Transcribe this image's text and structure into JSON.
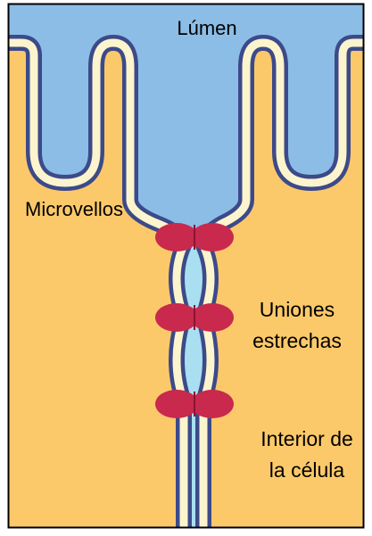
{
  "diagram": {
    "labels": {
      "lumen": "Lúmen",
      "microvilli": "Microvellos",
      "tight_junctions_line1": "Uniones",
      "tight_junctions_line2": "estrechas",
      "cell_interior_line1": "Interior de",
      "cell_interior_line2": "la célula"
    },
    "colors": {
      "lumen": "#8cbde6",
      "cytoplasm": "#fcc96a",
      "membrane_outline": "#3c4a8a",
      "membrane_fill": "#fbf4cd",
      "junction_protein": "#c8294d",
      "intercellular_space": "#a9dff0"
    }
  }
}
